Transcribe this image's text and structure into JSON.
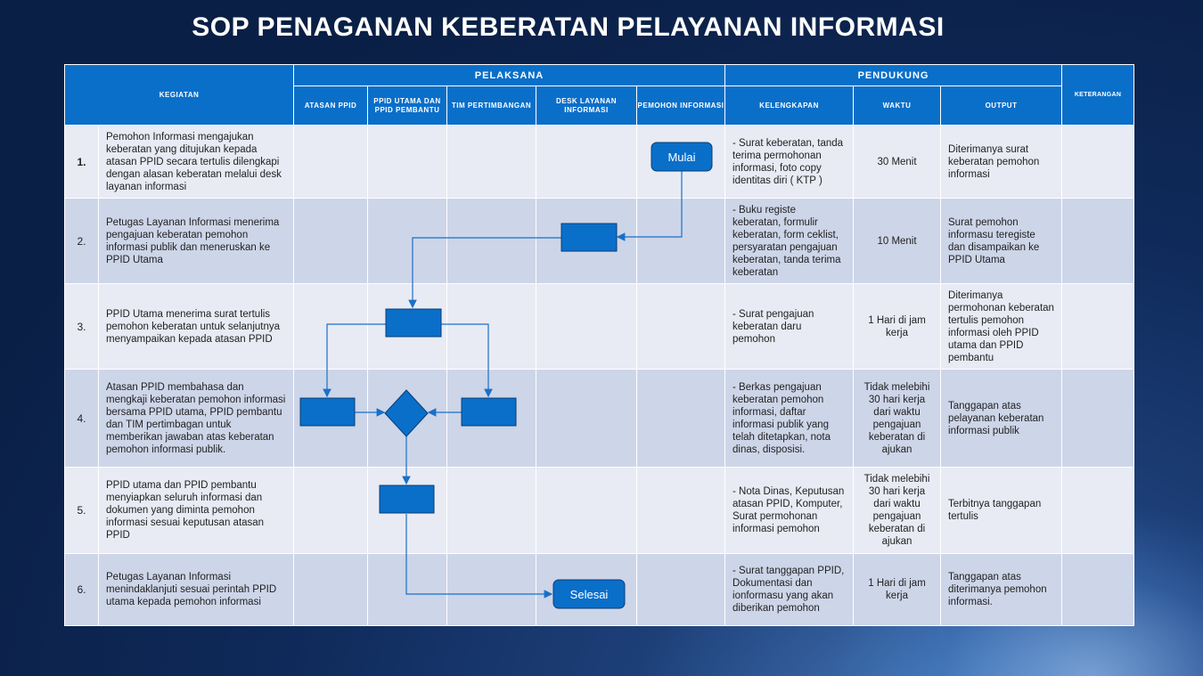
{
  "title": "SOP PENAGANAN KEBERATAN PELAYANAN INFORMASI",
  "header": {
    "kegiatan": "KEGIATAN",
    "pelaksana": "PELAKSANA",
    "pendukung": "PENDUKUNG",
    "keterangan": "KETERANGAN",
    "sub": {
      "atasan": "ATASAN PPID",
      "ppid_utama": "PPID UTAMA DAN PPID PEMBANTU",
      "tim": "TIM PERTIMBANGAN",
      "desk": "DESK LAYANAN INFORMASI",
      "pemohon": "PEMOHON INFORMASI",
      "kelengkapan": "KELENGKAPAN",
      "waktu": "WAKTU",
      "output": "OUTPUT"
    }
  },
  "rows": [
    {
      "no": "1.",
      "kegiatan": "Pemohon Informasi mengajukan keberatan yang ditujukan kepada atasan PPID secara tertulis dilengkapi dengan alasan keberatan melalui desk layanan informasi",
      "kelengkapan": "- Surat keberatan, tanda terima permohonan informasi, foto copy identitas diri ( KTP )",
      "waktu": "30 Menit",
      "output": "Diterimanya surat keberatan pemohon informasi"
    },
    {
      "no": "2.",
      "kegiatan": "Petugas Layanan Informasi menerima pengajuan keberatan pemohon informasi publik dan meneruskan ke PPID Utama",
      "kelengkapan": "- Buku registe keberatan, formulir keberatan, form ceklist, persyaratan pengajuan keberatan, tanda terima keberatan",
      "waktu": "10 Menit",
      "output": "Surat pemohon informasu teregiste dan disampaikan ke PPID Utama"
    },
    {
      "no": "3.",
      "kegiatan": "PPID Utama menerima surat tertulis pemohon keberatan untuk selanjutnya menyampaikan kepada atasan PPID",
      "kelengkapan": "- Surat pengajuan keberatan daru pemohon",
      "waktu": "1 Hari di jam kerja",
      "output": "Diterimanya permohonan keberatan tertulis pemohon informasi oleh PPID utama dan PPID pembantu"
    },
    {
      "no": "4.",
      "kegiatan": "Atasan PPID membahasa dan mengkaji keberatan pemohon informasi bersama PPID utama, PPID pembantu dan TIM pertimbagan untuk memberikan jawaban atas keberatan pemohon informasi publik.",
      "kelengkapan": "- Berkas pengajuan keberatan pemohon informasi, daftar informasi publik yang telah ditetapkan, nota dinas, disposisi.",
      "waktu": "Tidak melebihi 30 hari kerja dari waktu pengajuan keberatan di ajukan",
      "output": "Tanggapan atas pelayanan keberatan informasi publik"
    },
    {
      "no": "5.",
      "kegiatan": "PPID utama dan PPID pembantu menyiapkan seluruh informasi dan dokumen yang diminta pemohon informasi sesuai keputusan atasan PPID",
      "kelengkapan": "- Nota Dinas, Keputusan atasan PPID, Komputer, Surat permohonan informasi pemohon",
      "waktu": "Tidak melebihi 30 hari kerja dari waktu pengajuan keberatan di ajukan",
      "output": "Terbitnya tanggapan tertulis"
    },
    {
      "no": "6.",
      "kegiatan": "Petugas Layanan Informasi menindaklanjuti sesuai perintah PPID utama kepada pemohon informasi",
      "kelengkapan": "- Surat tanggapan PPID, Dokumentasi dan ionformasu yang akan diberikan pemohon",
      "waktu": "1 Hari di jam kerja",
      "output": "Tanggapan atas diterimanya pemohon informasi."
    }
  ],
  "flow": {
    "start_label": "Mulai",
    "end_label": "Selesai",
    "node_color": "#0a6fc9",
    "line_color": "#1a6fc9"
  }
}
